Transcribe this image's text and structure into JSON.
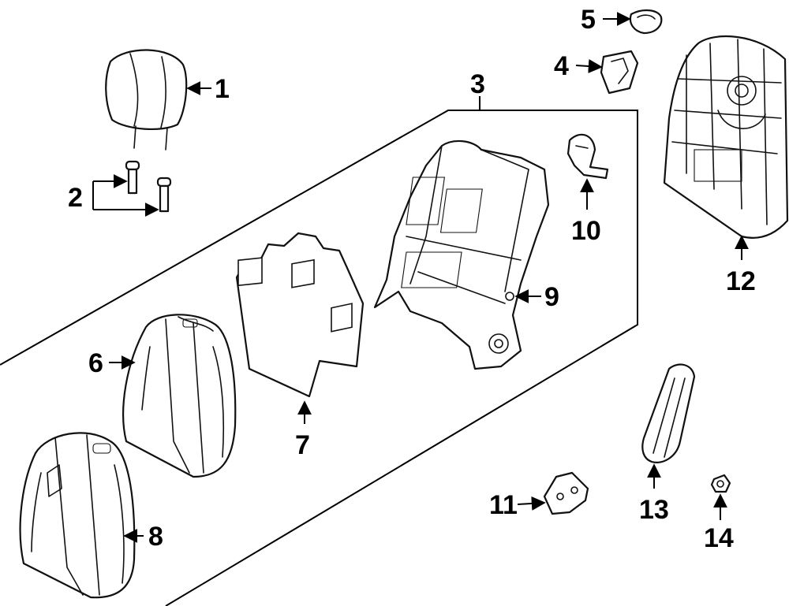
{
  "diagram": {
    "callouts": [
      {
        "id": "1",
        "label": "1"
      },
      {
        "id": "2",
        "label": "2"
      },
      {
        "id": "3",
        "label": "3"
      },
      {
        "id": "4",
        "label": "4"
      },
      {
        "id": "5",
        "label": "5"
      },
      {
        "id": "6",
        "label": "6"
      },
      {
        "id": "7",
        "label": "7"
      },
      {
        "id": "8",
        "label": "8"
      },
      {
        "id": "9",
        "label": "9"
      },
      {
        "id": "10",
        "label": "10"
      },
      {
        "id": "11",
        "label": "11"
      },
      {
        "id": "12",
        "label": "12"
      },
      {
        "id": "13",
        "label": "13"
      },
      {
        "id": "14",
        "label": "14"
      }
    ],
    "colors": {
      "line": "#111111",
      "background": "#ffffff"
    }
  }
}
